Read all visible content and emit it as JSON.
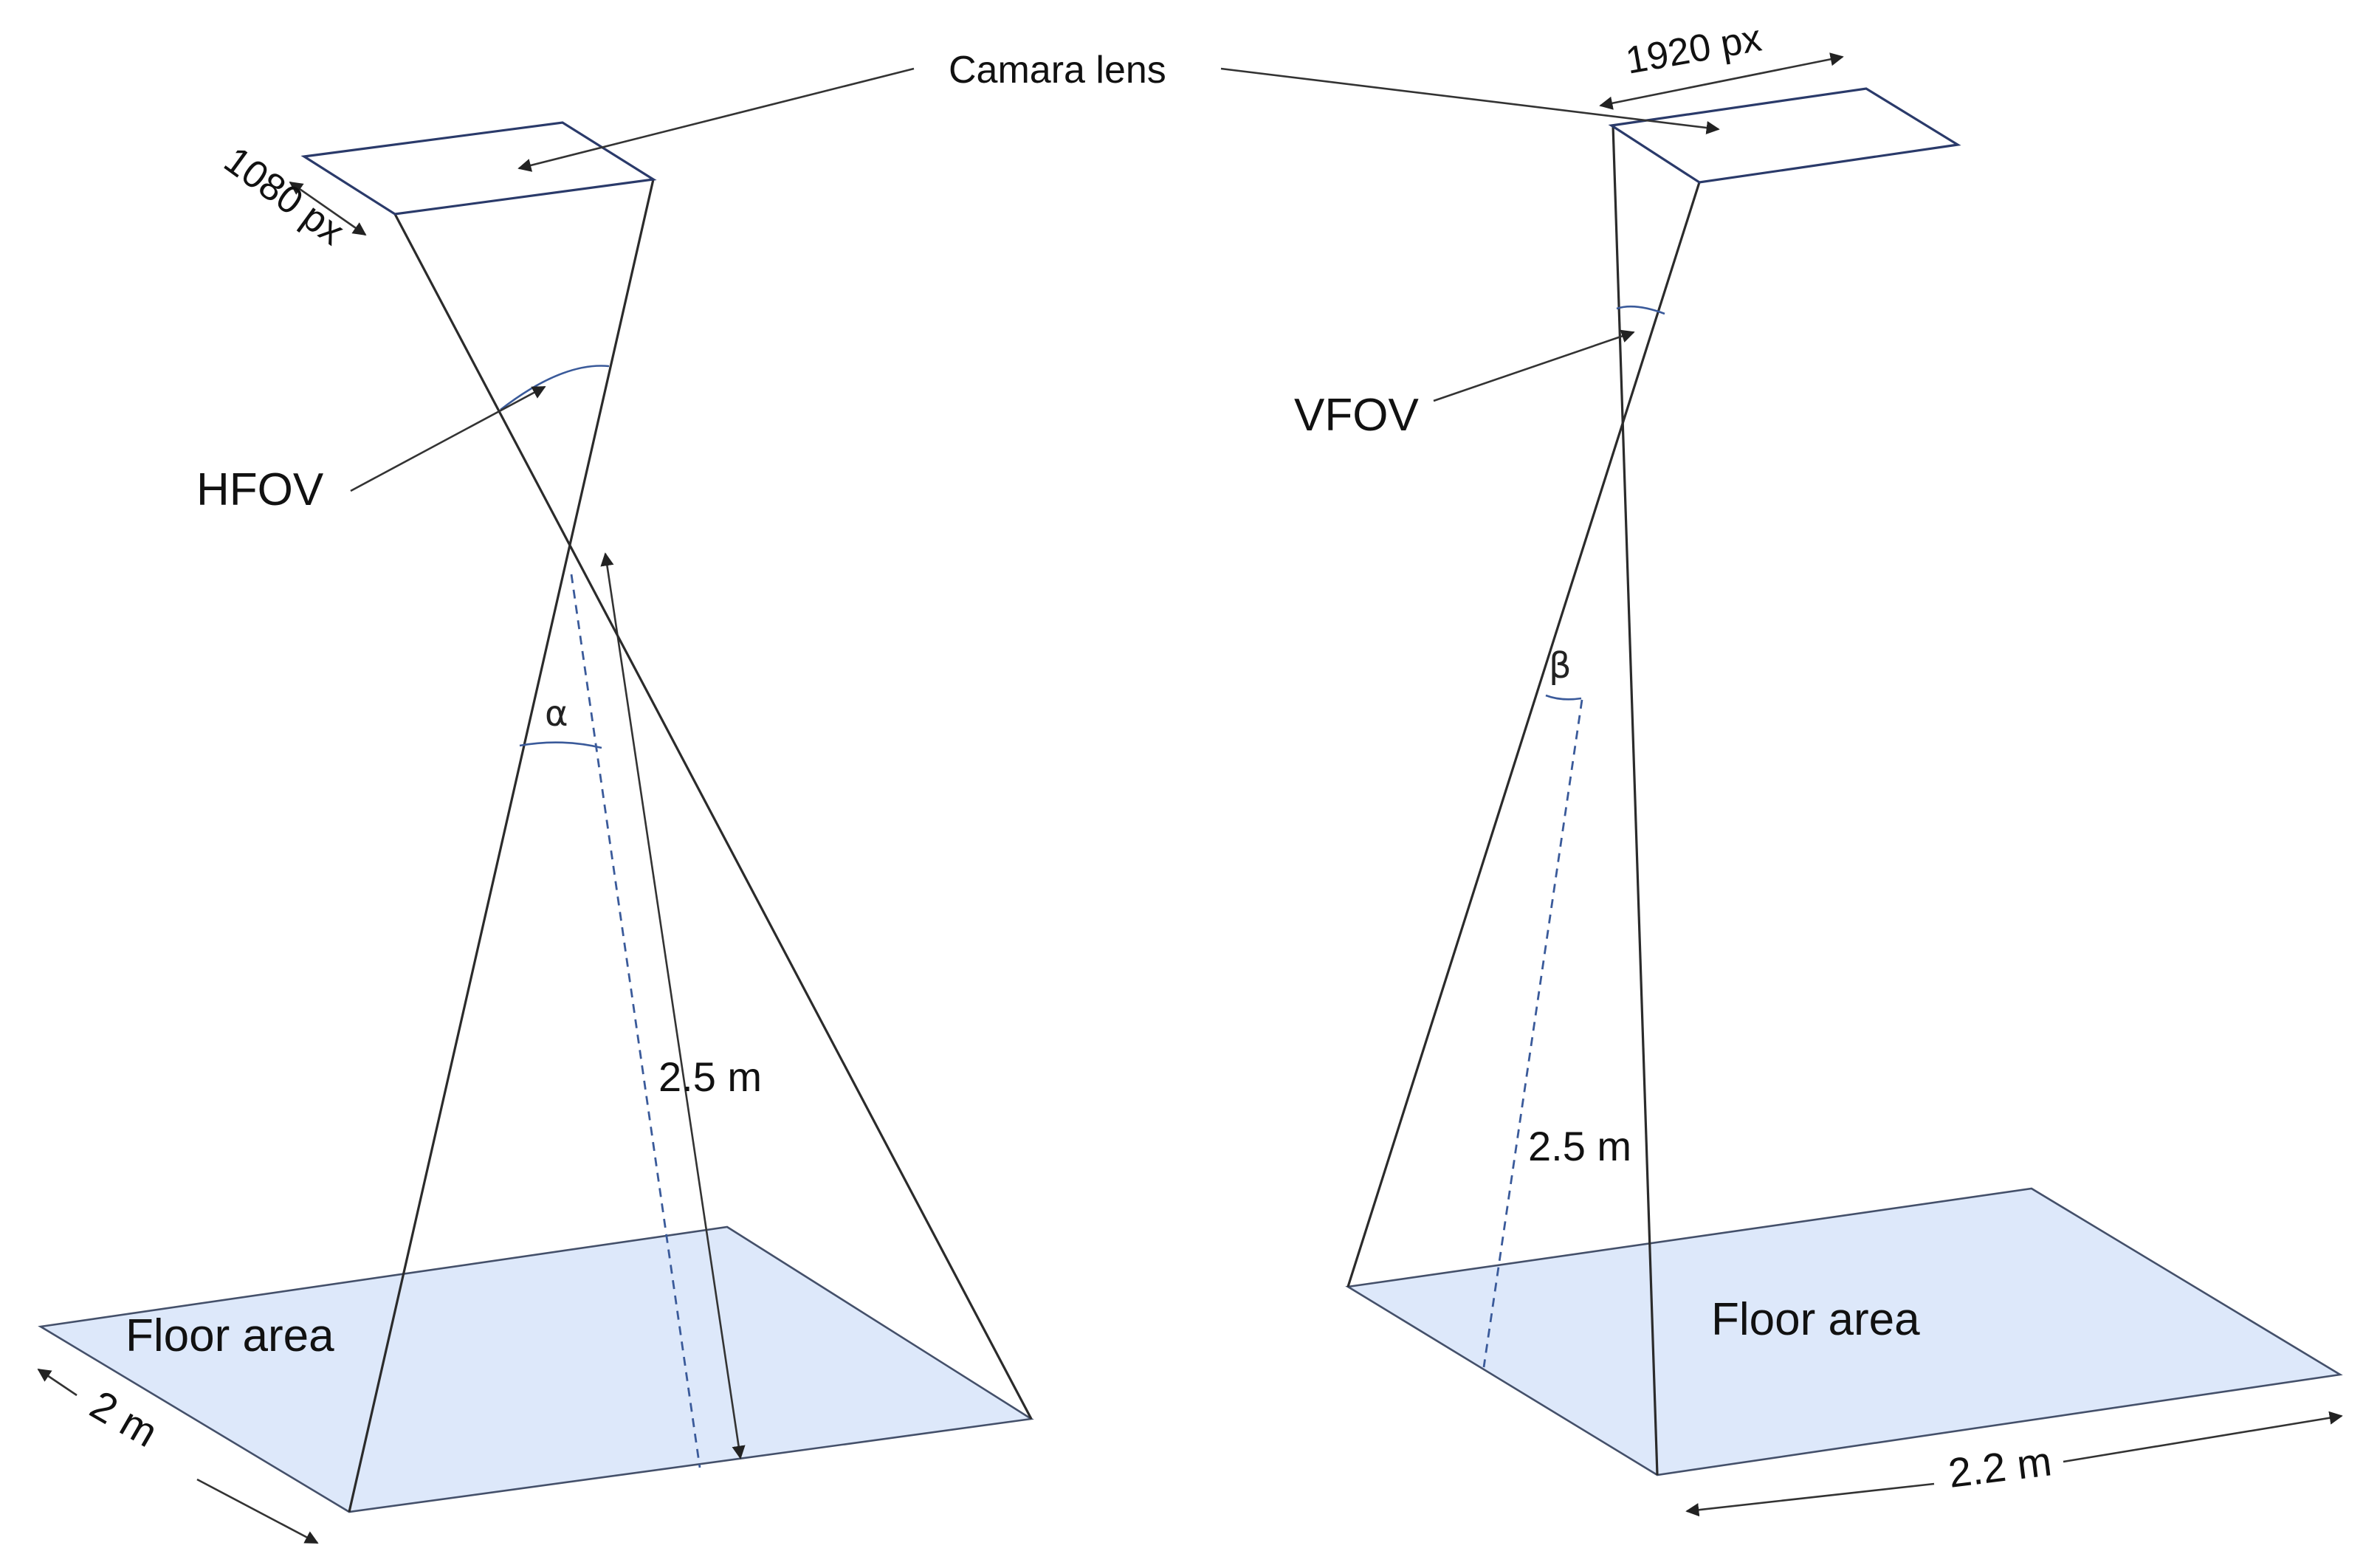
{
  "labels": {
    "camera_lens": "Camara lens",
    "hfov": "HFOV",
    "vfov": "VFOV",
    "px_short": "1080 px",
    "px_long": "1920 px",
    "alpha": "α",
    "beta": "β",
    "height_left": "2.5 m",
    "height_right": "2.5 m",
    "floor_left": "Floor area",
    "floor_right": "Floor area",
    "width_left": "2 m",
    "width_right": "2.2 m"
  },
  "colors": {
    "floor_fill": "#dde8fa",
    "lens_border": "#2a3a6a",
    "line": "#2b2b2b",
    "dashed_line": "#3a5a9a"
  }
}
